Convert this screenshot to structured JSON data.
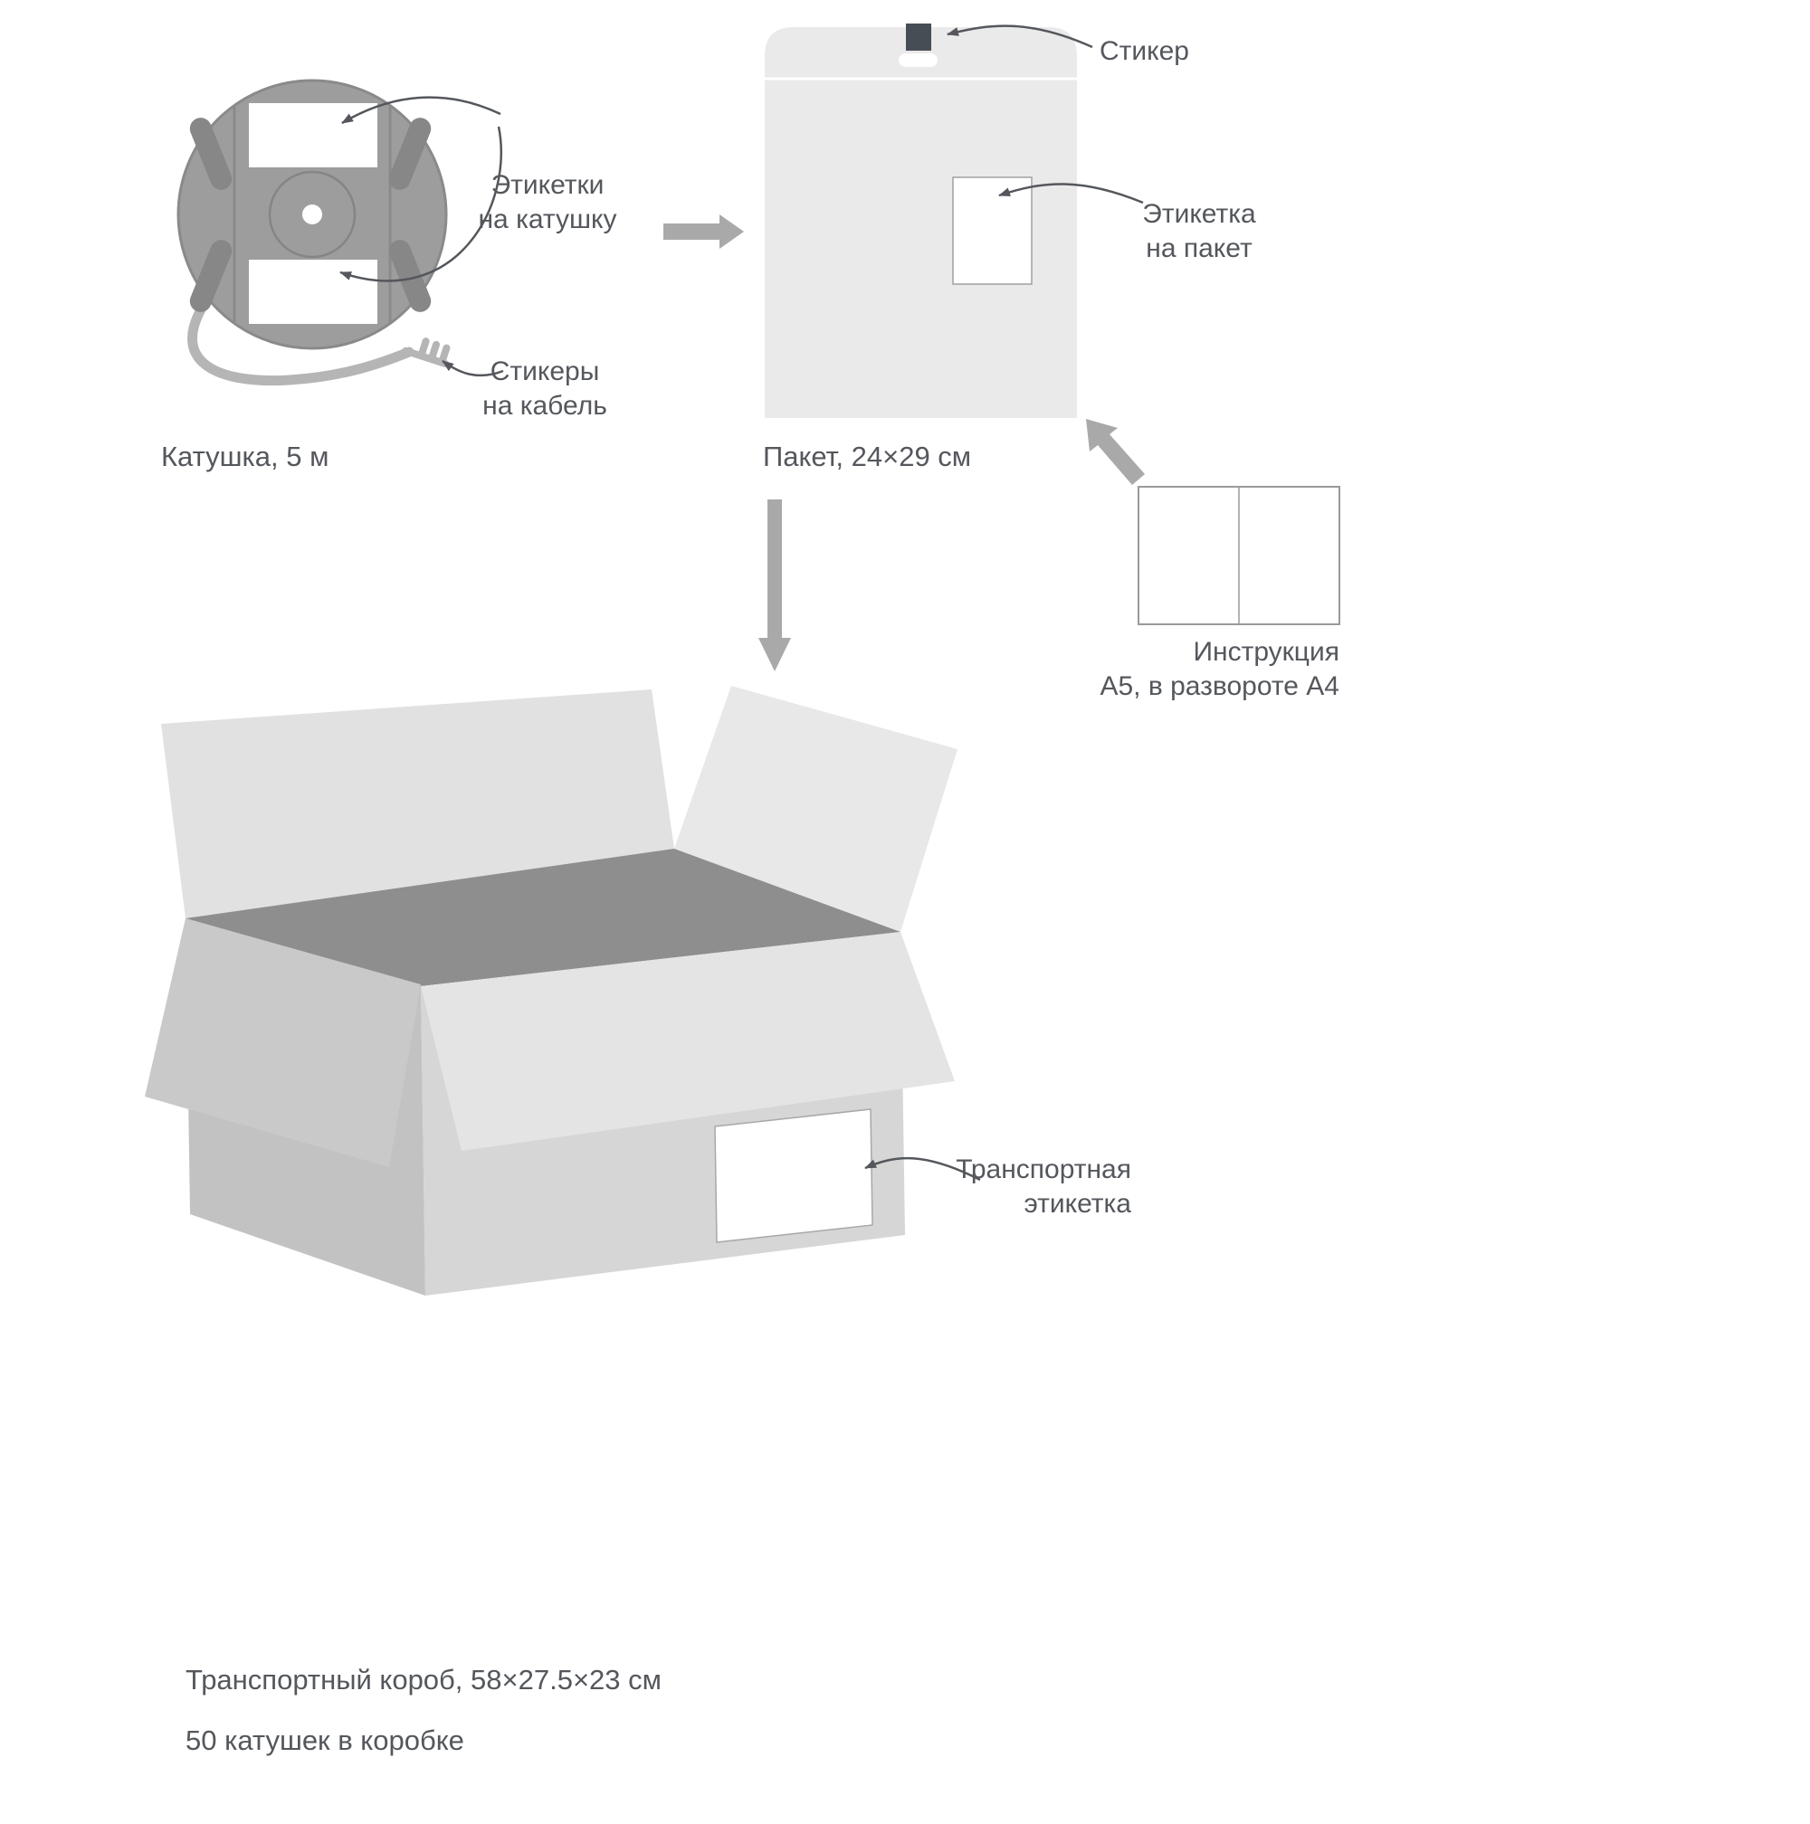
{
  "diagram": {
    "reel": {
      "caption": "Катушка, 5 м",
      "labels": {
        "spool_line1": "Этикетки",
        "spool_line2": "на катушку",
        "cable_line1": "Стикеры",
        "cable_line2": "на кабель"
      }
    },
    "package": {
      "caption": "Пакет, 24×29 см",
      "labels": {
        "sticker": "Стикер",
        "label_line1": "Этикетка",
        "label_line2": "на пакет"
      }
    },
    "instruction": {
      "caption_line1": "Инструкция",
      "caption_line2": "А5, в развороте А4"
    },
    "box": {
      "caption_line1": "Транспортный короб, 58×27.5×23 см",
      "caption_line2": "50 катушек в коробке",
      "labels": {
        "transport_line1": "Транспортная",
        "transport_line2": "этикетка"
      }
    }
  },
  "colors": {
    "text": "#54575c",
    "callout_line": "#54575c",
    "thick_arrow": "#a9a9a9",
    "reel_body": "#9d9d9d",
    "reel_detail": "#878787",
    "cable": "#b5b5b5",
    "package_body": "#eaeaea",
    "sticker_dark": "#474d54",
    "label_border": "#a0a0a0",
    "box_back_flap": "#e1e1e1",
    "box_interior": "#8e8e8e",
    "box_left_face": "#c2c2c2",
    "box_right_face": "#d6d6d6",
    "box_front_flap": "#e4e4e4"
  }
}
